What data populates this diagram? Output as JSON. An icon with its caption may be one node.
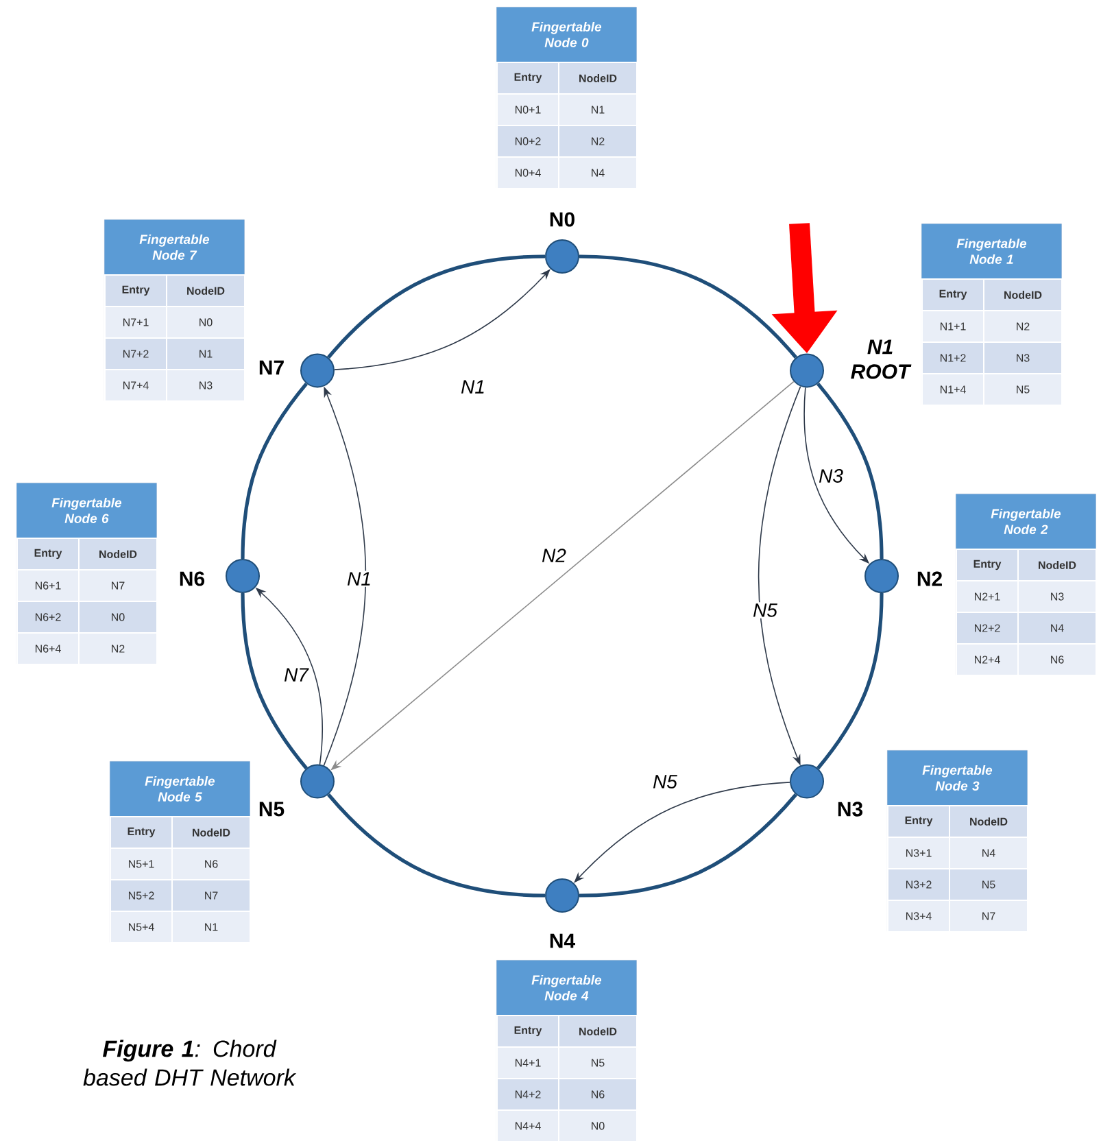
{
  "diagram": {
    "caption": "**Figure 1**: Chord based DHT Network",
    "nodes": [
      {
        "text": [],
        "shape": "circle",
        "beside": [
          "N0"
        ]
      },
      {
        "text": [],
        "shape": "circle",
        "beside": [
          "N1",
          "ROOT"
        ]
      },
      {
        "text": [],
        "shape": "circle",
        "beside": [
          "N2"
        ]
      },
      {
        "text": [],
        "shape": "circle",
        "beside": [
          "N3"
        ]
      },
      {
        "text": [],
        "shape": "circle",
        "beside": [
          "N4"
        ]
      },
      {
        "text": [],
        "shape": "circle",
        "beside": [
          "N5"
        ]
      },
      {
        "text": [],
        "shape": "circle",
        "beside": [
          "N6"
        ]
      },
      {
        "text": [],
        "shape": "circle",
        "beside": [
          "N7"
        ]
      },
      {
        "text": [
          "Fingertable Node 0",
          "Entry",
          "NodeID",
          "N0+1",
          "N1",
          "N0+2",
          "N2",
          "N0+4",
          "N4"
        ]
      },
      {
        "text": [
          "Fingertable Node 7",
          "Entry",
          "NodeID",
          "N7+1",
          "N0",
          "N7+2",
          "N1",
          "N7+4",
          "N3"
        ]
      },
      {
        "text": [
          "Fingertable Node 1",
          "Entry",
          "NodeID",
          "N1+1",
          "N2",
          "N1+2",
          "N3",
          "N1+4",
          "N5"
        ]
      },
      {
        "text": [
          "Fingertable Node 6",
          "Entry",
          "NodeID",
          "N6+1",
          "N7",
          "N6+2",
          "N0",
          "N6+4",
          "N2"
        ]
      },
      {
        "text": [
          "Fingertable Node 2",
          "Entry",
          "NodeID",
          "N2+1",
          "N3",
          "N2+2",
          "N4",
          "N2+4",
          "N6"
        ]
      },
      {
        "text": [
          "Fingertable Node 5",
          "Entry",
          "NodeID",
          "N5+1",
          "N6",
          "N5+2",
          "N7",
          "N5+4",
          "N1"
        ]
      },
      {
        "text": [
          "Fingertable Node 3",
          "Entry",
          "NodeID",
          "N3+1",
          "N4",
          "N3+2",
          "N5",
          "N3+4",
          "N7"
        ]
      },
      {
        "text": [
          "Fingertable Node 4",
          "Entry",
          "NodeID",
          "N4+1",
          "N5",
          "N4+2",
          "N6",
          "N4+4",
          "N0"
        ]
      }
    ],
    "edges": [
      {
        "from": 0,
        "to": 1,
        "arrow": "none"
      },
      {
        "from": 1,
        "to": 2,
        "arrow": "none"
      },
      {
        "from": 2,
        "to": 3,
        "arrow": "none"
      },
      {
        "from": 3,
        "to": 4,
        "arrow": "none"
      },
      {
        "from": 4,
        "to": 5,
        "arrow": "none"
      },
      {
        "from": 5,
        "to": 6,
        "arrow": "none"
      },
      {
        "from": 6,
        "to": 7,
        "arrow": "none"
      },
      {
        "from": 7,
        "to": 0,
        "arrow": "none"
      },
      {
        "from": 7,
        "to": 0,
        "arrow": "to",
        "label": "N1",
        "color": "#2f3a4a"
      },
      {
        "from": 5,
        "to": 7,
        "arrow": "to",
        "label": "N1",
        "color": "#2f3a4a"
      },
      {
        "from": 5,
        "to": 6,
        "arrow": "to",
        "label": "N7",
        "color": "#2f3a4a"
      },
      {
        "from": 1,
        "to": 5,
        "arrow": "to",
        "label": "N2",
        "color": "#8c8c8c"
      },
      {
        "from": 1,
        "to": 2,
        "arrow": "to",
        "label": "N3",
        "color": "#2f3a4a"
      },
      {
        "from": 1,
        "to": 3,
        "arrow": "to",
        "label": "N5",
        "color": "#2f3a4a"
      },
      {
        "from": 3,
        "to": 4,
        "arrow": "to",
        "label": "N5",
        "color": "#2f3a4a"
      },
      {
        "from": null,
        "to": 1,
        "arrow": "to",
        "style": "thick",
        "color": "#ff0000"
      }
    ]
  }
}
